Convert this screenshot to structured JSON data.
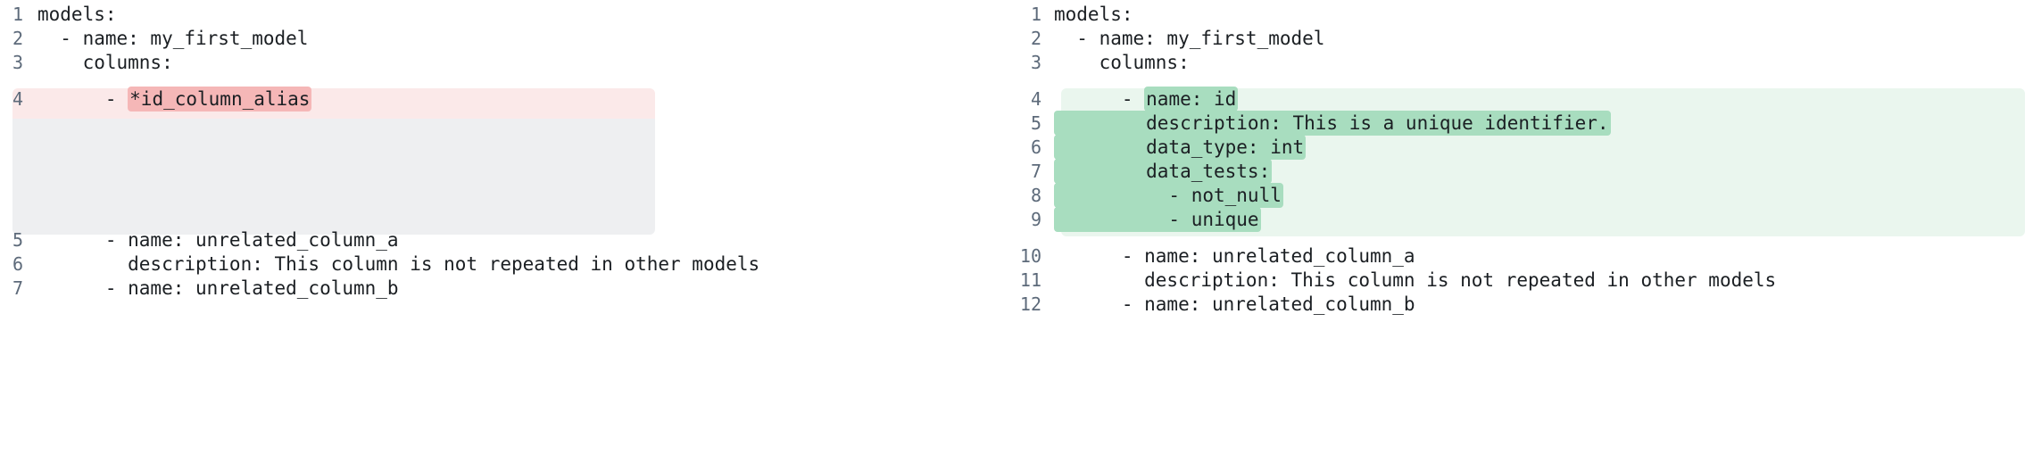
{
  "view": {
    "type": "side-by-side-diff",
    "colors": {
      "deleted_block_bg": "#fbe9e9",
      "deleted_inline_bg": "#f5b7b7",
      "added_block_bg": "#eaf6ee",
      "added_inline_bg": "#a8ddbf",
      "placeholder_bg": "#eeeff1",
      "line_number_color": "#5d6a7a",
      "code_text_color": "#1b1f23",
      "page_bg": "#ffffff"
    }
  },
  "left_pane": {
    "name": "before",
    "lines": [
      {
        "number": "1",
        "text": "models:",
        "state": "context"
      },
      {
        "number": "2",
        "text": "  - name: my_first_model",
        "state": "context"
      },
      {
        "number": "3",
        "text": "    columns:",
        "state": "context"
      },
      {
        "number": "4",
        "prefix": "      - ",
        "highlight": "*id_column_alias",
        "suffix": "",
        "state": "deleted"
      },
      {
        "number": "5",
        "text": "      - name: unrelated_column_a",
        "state": "context"
      },
      {
        "number": "6",
        "text": "        description: This column is not repeated in other models",
        "state": "context"
      },
      {
        "number": "7",
        "text": "      - name: unrelated_column_b",
        "state": "context"
      }
    ]
  },
  "right_pane": {
    "name": "after",
    "lines": [
      {
        "number": "1",
        "text": "models:",
        "state": "context"
      },
      {
        "number": "2",
        "text": "  - name: my_first_model",
        "state": "context"
      },
      {
        "number": "3",
        "text": "    columns:",
        "state": "context"
      },
      {
        "number": "4",
        "prefix": "      - ",
        "highlight": "name: id",
        "suffix": "",
        "state": "added"
      },
      {
        "number": "5",
        "prefix": "",
        "highlight": "        description: This is a unique identifier.",
        "suffix": "",
        "state": "added"
      },
      {
        "number": "6",
        "prefix": "",
        "highlight": "        data_type: int",
        "suffix": "",
        "state": "added"
      },
      {
        "number": "7",
        "prefix": "",
        "highlight": "        data_tests:",
        "suffix": "",
        "state": "added"
      },
      {
        "number": "8",
        "prefix": "",
        "highlight": "          - not_null",
        "suffix": "",
        "state": "added"
      },
      {
        "number": "9",
        "prefix": "",
        "highlight": "          - unique",
        "suffix": "",
        "state": "added"
      },
      {
        "number": "10",
        "text": "      - name: unrelated_column_a",
        "state": "context"
      },
      {
        "number": "11",
        "text": "        description: This column is not repeated in other models",
        "state": "context"
      },
      {
        "number": "12",
        "text": "      - name: unrelated_column_b",
        "state": "context"
      }
    ]
  }
}
